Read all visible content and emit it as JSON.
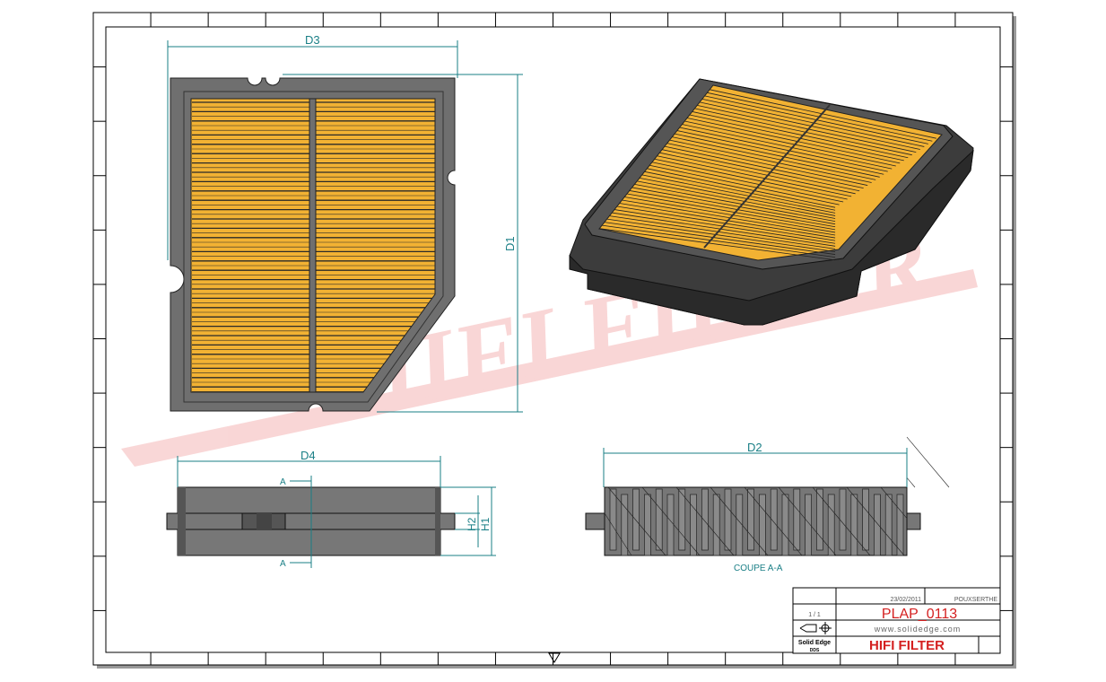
{
  "watermark": "HIFI FILTER",
  "dimensions": {
    "d1": "D1",
    "d2": "D2",
    "d3": "D3",
    "d4": "D4",
    "h1": "H1",
    "h2": "H2"
  },
  "section": {
    "marker": "A",
    "label": "COUPE A-A"
  },
  "title_block": {
    "date_value": "23/02/2011",
    "designer_value": "POUXSERTHE",
    "scale_value": "1 / 1",
    "part_number": "PLAP_0113",
    "website": "www.solidedge.com",
    "software": "Solid Edge",
    "software_sub": "DDS",
    "company": "HIFI FILTER"
  },
  "colors": {
    "media": "#f2b233",
    "frame": "#6f6f6f",
    "dimension": "#1a7f86",
    "title": "#d42020"
  }
}
